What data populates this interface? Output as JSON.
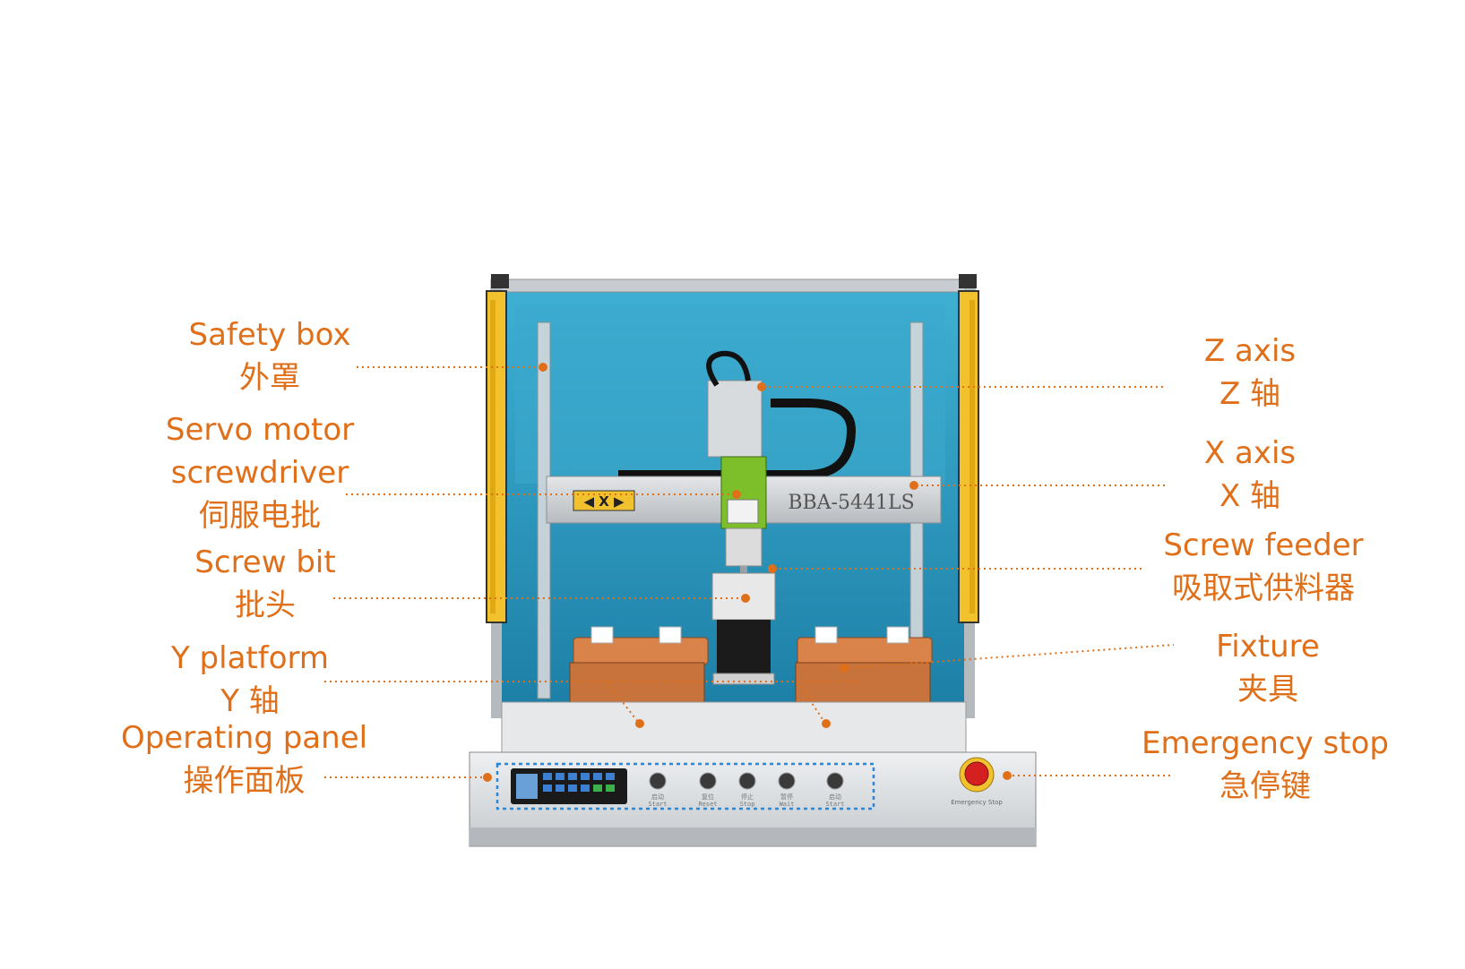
{
  "palette": {
    "label": "#e06f1a",
    "leader": "#e06f1a",
    "panel_box": "#2a86d8",
    "glass": "#2f9fc2",
    "frame": "#c8ccd0",
    "light_curtain": "#f2c12e",
    "fixture": "#d9824a",
    "servo_green": "#7cbf2a",
    "estop_red": "#d42020"
  },
  "labels": {
    "safety_box": {
      "en": "Safety box",
      "zh": "外罩"
    },
    "servo": {
      "en1": "Servo motor",
      "en2": "screwdriver",
      "zh": "伺服电批"
    },
    "screw_bit": {
      "en": "Screw bit",
      "zh": "批头"
    },
    "y_platform": {
      "en": "Y platform",
      "zh": "Y 轴"
    },
    "operating_panel": {
      "en": "Operating panel",
      "zh": "操作面板"
    },
    "z_axis": {
      "en": "Z axis",
      "zh": "Z 轴"
    },
    "x_axis": {
      "en": "X axis",
      "zh": "X 轴"
    },
    "screw_feeder": {
      "en": "Screw feeder",
      "zh": "吸取式供料器"
    },
    "fixture": {
      "en": "Fixture",
      "zh": "夹具"
    },
    "emergency_stop": {
      "en": "Emergency stop",
      "zh": "急停键"
    }
  },
  "machine": {
    "model": "BBA-5441LS",
    "x_plate": "◀ X ▶",
    "buttons": [
      {
        "zh": "启动",
        "en": "Start"
      },
      {
        "zh": "复位",
        "en": "Reset"
      },
      {
        "zh": "停止",
        "en": "Stop"
      },
      {
        "zh": "暂停",
        "en": "Wait"
      },
      {
        "zh": "启动",
        "en": "Start"
      }
    ],
    "estop_text": "Emergency Stop"
  },
  "icons": [
    "arrow-left-icon",
    "arrow-right-icon"
  ]
}
